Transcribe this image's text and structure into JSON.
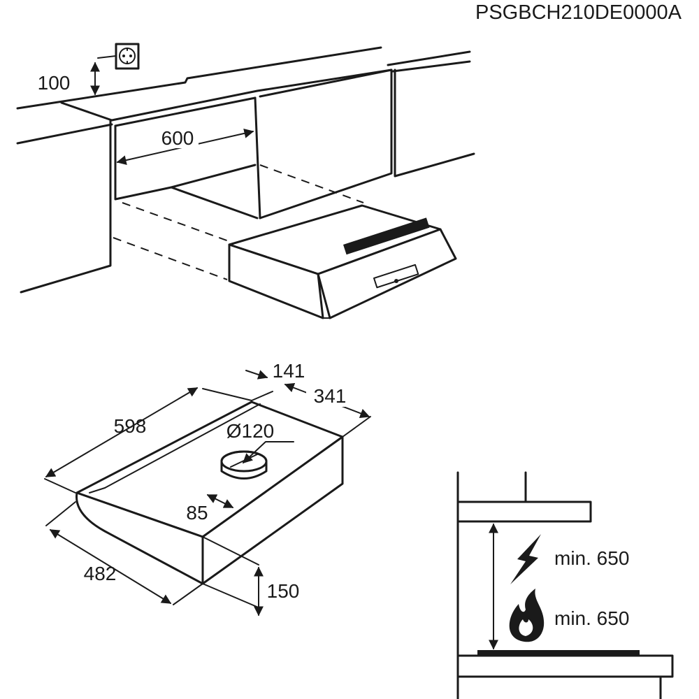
{
  "model_code": "PSGBCH210DE0000A",
  "installation": {
    "socket_height": "100",
    "cabinet_width": "600"
  },
  "hood_dimensions": {
    "depth_top": "141",
    "depth_total": "341",
    "outlet_diameter": "Ø120",
    "length": "598",
    "outlet_offset": "85",
    "width": "482",
    "height": "150"
  },
  "clearance": {
    "electric_label": "min. 650",
    "gas_label": "min. 650",
    "icons": [
      "lightning-icon",
      "flame-icon"
    ]
  }
}
